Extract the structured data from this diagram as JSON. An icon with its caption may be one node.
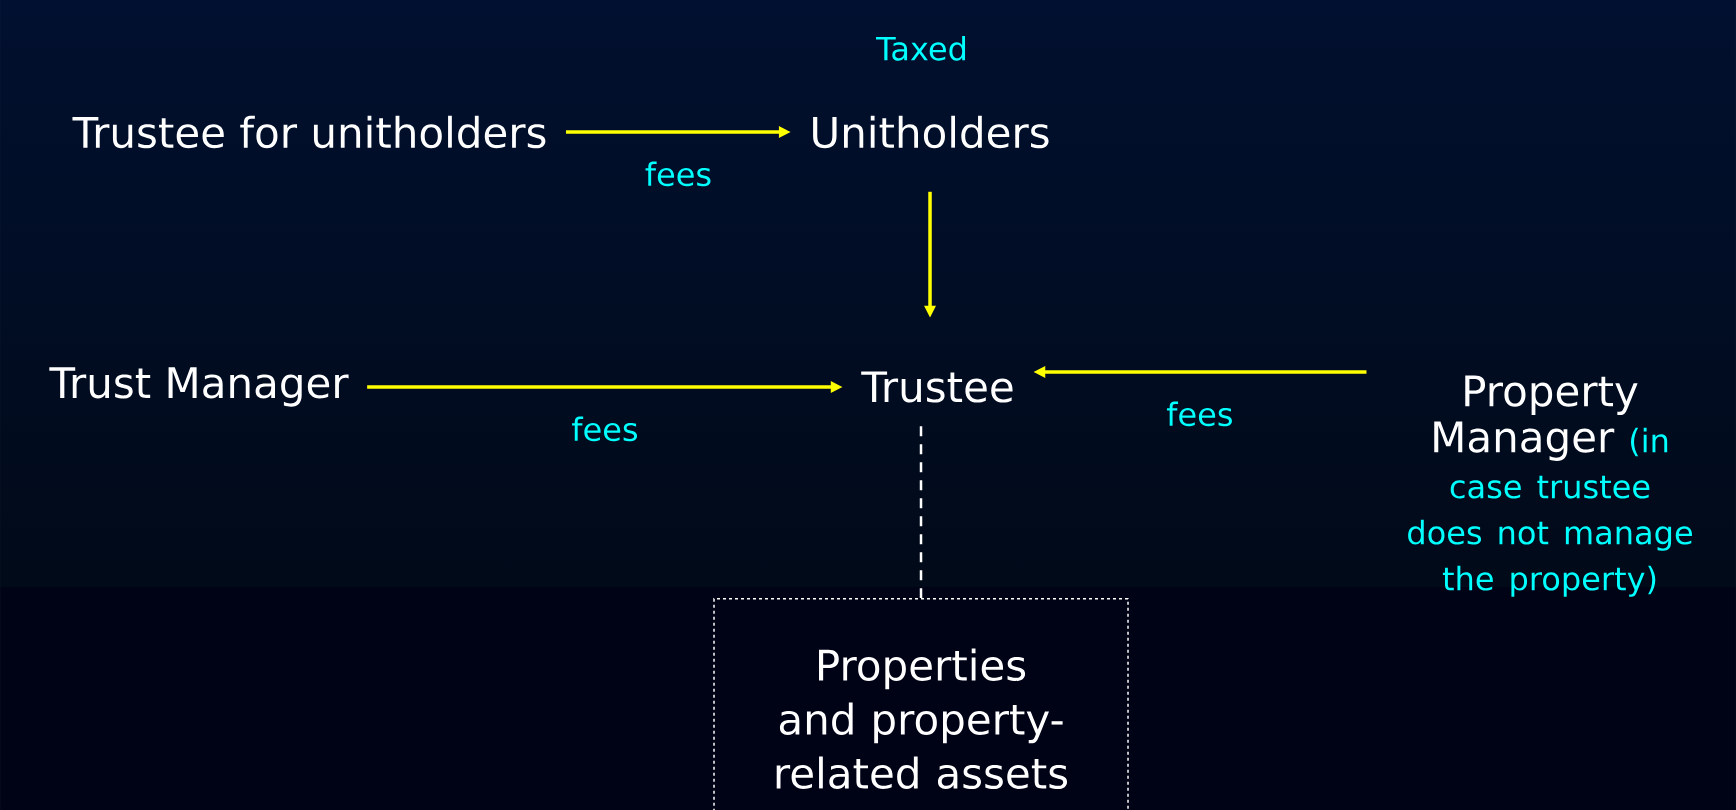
{
  "diagram": {
    "nodes": [
      {
        "text": [
          "Trustee for unitholders"
        ]
      },
      {
        "text": [
          "Unitholders"
        ],
        "beside": [
          "Taxed"
        ]
      },
      {
        "text": [
          "Trust Manager"
        ]
      },
      {
        "text": [
          "Trustee"
        ]
      },
      {
        "text": [
          "Property Manager",
          "(in case trustee does not manage the property)"
        ]
      },
      {
        "text": [
          "Properties and property-related assets"
        ]
      }
    ],
    "edges": [
      {
        "from": 0,
        "to": 1,
        "arrow": "to",
        "label": "fees"
      },
      {
        "from": 1,
        "to": 3,
        "arrow": "to"
      },
      {
        "from": 2,
        "to": 3,
        "arrow": "to",
        "label": "fees"
      },
      {
        "from": 4,
        "to": 3,
        "arrow": "to",
        "label": "fees"
      },
      {
        "from": 3,
        "to": 5,
        "arrow": "none",
        "style": "dashed",
        "color": "#ffffff"
      }
    ]
  }
}
